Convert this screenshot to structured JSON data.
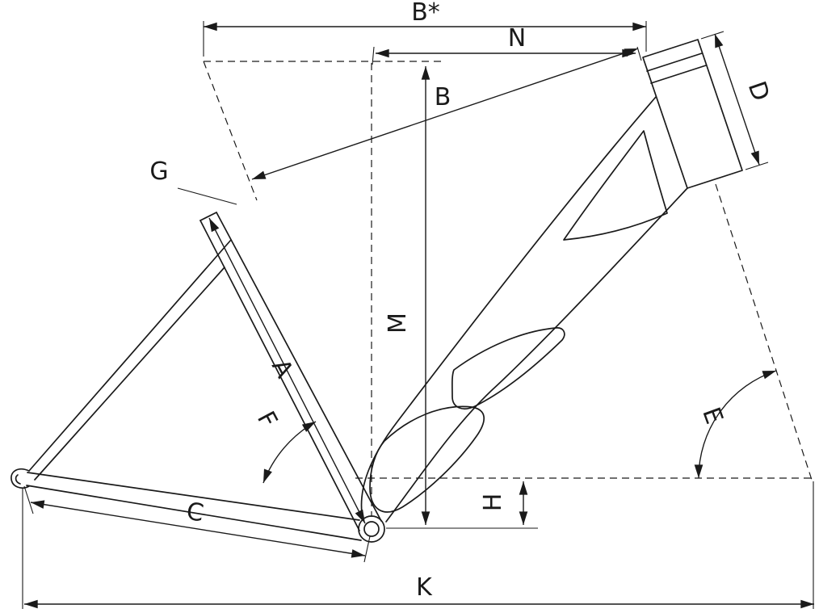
{
  "diagram": {
    "colors": {
      "background": "#ffffff",
      "line": "#1a1a1a"
    },
    "labels": {
      "b_star": "B*",
      "n": "N",
      "b": "B",
      "d": "D",
      "g": "G",
      "m": "M",
      "a": "A",
      "f": "F",
      "e": "E",
      "c": "C",
      "h": "H",
      "k": "K"
    }
  }
}
